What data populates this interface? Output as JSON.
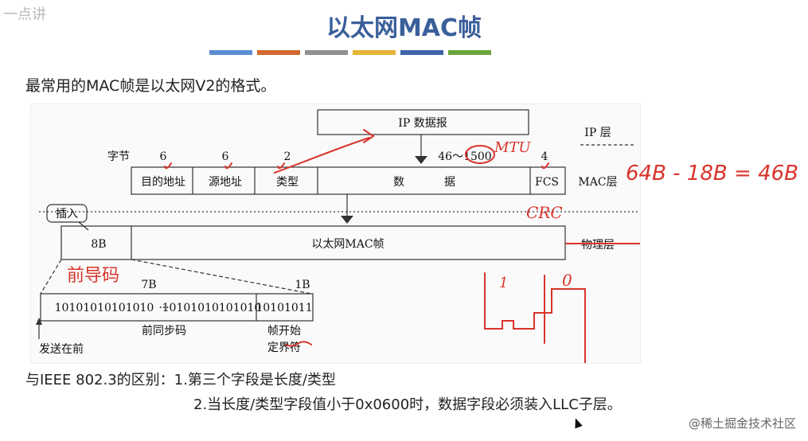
{
  "header": {
    "title": "以太网MAC帧",
    "subtitle": "最常用的MAC帧是以太网V2的格式。",
    "logo": "一点讲",
    "colors": [
      "#5b8ed1",
      "#d3682e",
      "#8f8f8f",
      "#e6b437",
      "#3d63a8",
      "#6ba43c"
    ]
  },
  "diagram": {
    "ip_packet": "IP 数据报",
    "layer_ip": "IP 层",
    "layer_mac": "MAC层",
    "layer_phy": "物理层",
    "bytes_label": "字节",
    "byte_counts": [
      "6",
      "6",
      "2",
      "46～1500",
      "4"
    ],
    "fields": [
      "目的地址",
      "源地址",
      "类型",
      "数",
      "据",
      "FCS"
    ],
    "insert_label": "插入",
    "preamble_bytes": "8B",
    "frame_label": "以太网MAC帧",
    "preamble_detail": {
      "sync_bytes": "7B",
      "sfd_bytes": "1B",
      "sync_bits_a": "10101010101010",
      "ellipsis": "···",
      "sync_bits_b": "10101010101010",
      "sfd_bits": "10101011",
      "sync_name": "前同步码",
      "sfd_name_1": "帧开始",
      "sfd_name_2": "定界符",
      "send_first": "发送在前"
    }
  },
  "annotations": {
    "mtu": "MTU",
    "crc": "CRC",
    "calc": "64B - 18B = 46B",
    "preamble": "前导码",
    "one": "1",
    "zero": "0"
  },
  "notes": {
    "line1": "与IEEE 802.3的区别：1.第三个字段是长度/类型",
    "line2": "2.当长度/类型字段值小于0x0600时，数据字段必须装入LLC子层。"
  },
  "watermark": "@稀土掘金技术社区"
}
